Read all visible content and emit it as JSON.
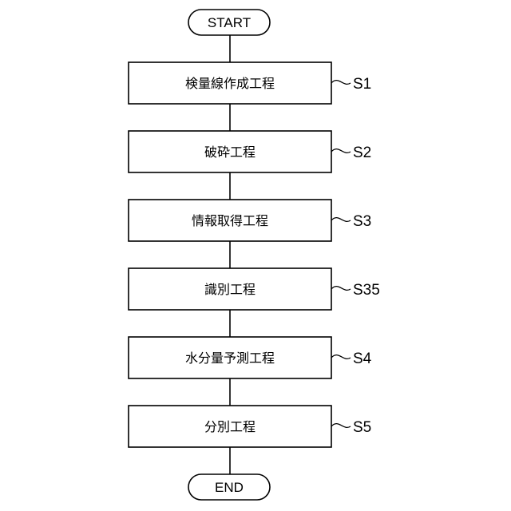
{
  "start": {
    "label": "START"
  },
  "end": {
    "label": "END"
  },
  "steps": [
    {
      "label": "検量線作成工程",
      "ref": "S1"
    },
    {
      "label": "破砕工程",
      "ref": "S2"
    },
    {
      "label": "情報取得工程",
      "ref": "S3"
    },
    {
      "label": "識別工程",
      "ref": "S35"
    },
    {
      "label": "水分量予測工程",
      "ref": "S4"
    },
    {
      "label": "分別工程",
      "ref": "S5"
    }
  ]
}
